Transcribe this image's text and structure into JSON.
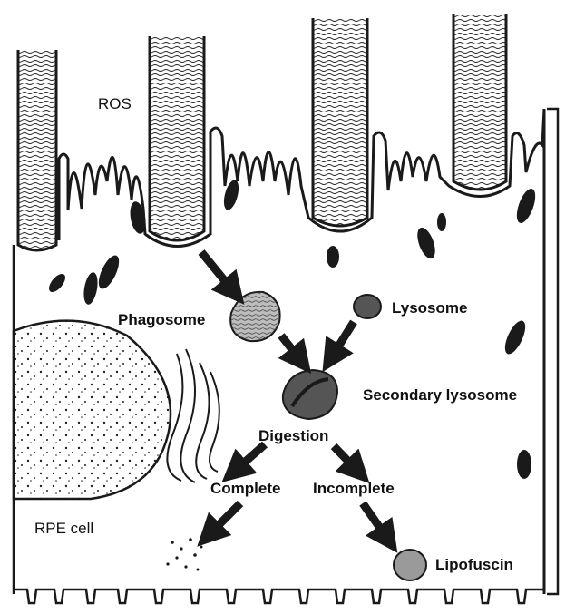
{
  "labels": {
    "ros": "ROS",
    "phagosome": "Phagosome",
    "lysosome": "Lysosome",
    "secondary_lysosome": "Secondary lysosome",
    "digestion": "Digestion",
    "complete": "Complete",
    "incomplete": "Incomplete",
    "rpe_cell": "RPE cell",
    "lipofuscin": "Lipofuscin"
  },
  "colors": {
    "ink": "#1a1a1a",
    "organelle_fill": "#555555",
    "lipofuscin_fill": "#9a9a9a",
    "phagosome_fill": "#bdbdbd"
  }
}
